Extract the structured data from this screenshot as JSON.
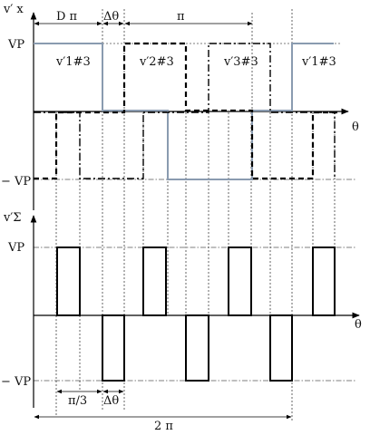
{
  "labels": {
    "vx_axis": "v′ x",
    "vsum_axis": "v′Σ",
    "vp_top": "VP",
    "vp_bottom": "− VP",
    "vp_sum_top": "VP",
    "vp_sum_bottom": "− VP",
    "theta_top": "θ",
    "theta_bottom": "θ",
    "d_pi": "D π",
    "delta_theta_top": "Δθ",
    "pi_top": "π",
    "v1_left": "v′1#3",
    "v2": "v′2#3",
    "v3": "v′3#3",
    "v1_right": "v′1#3",
    "pi_over_3": "π/3",
    "delta_theta_bottom": "Δθ",
    "two_pi": "2 π"
  },
  "colors": {
    "waveform_1": "#8a9bb0",
    "waveform_2_3": "#000000"
  }
}
